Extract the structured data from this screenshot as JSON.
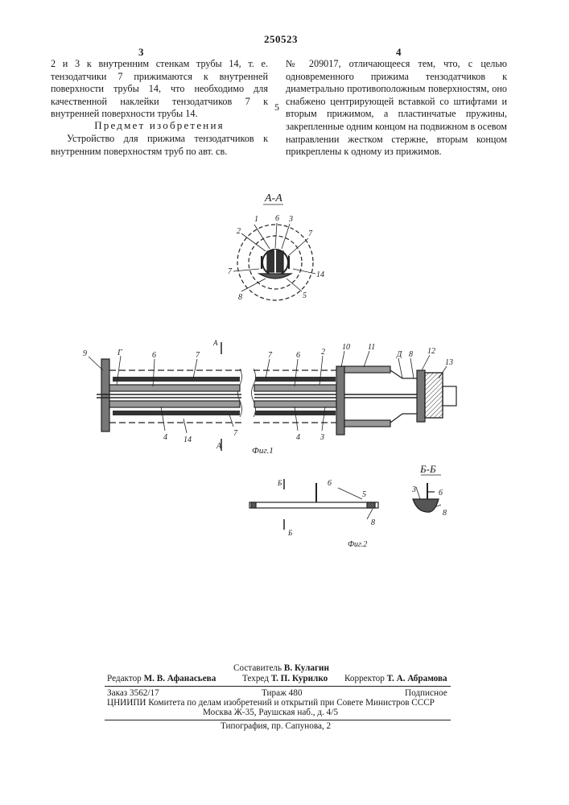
{
  "patent_number": "250523",
  "page_left": "3",
  "page_right": "4",
  "left_text_1": "2 и 3 к внутренним стенкам трубы 14, т. е. тензодатчики 7 прижимаются к внутренней поверхности трубы 14, что необходимо для качественной наклейки тензодатчиков 7 к внутренней поверхности трубы 14.",
  "subject_heading": "Предмет изобретения",
  "left_text_2": "Устройство для прижима тензодатчиков к внутренним поверхностям труб по авт. св.",
  "right_text": "№ 209017, отличающееся тем, что, с целью одновременного прижима тензодатчиков к диаметрально противоположным поверхностям, оно снабжено центрирующей вставкой со штифтами и вторым прижимом, а пластинчатые пружины, закрепленные одним концом на подвижном в осевом направлении жестком стержне, вторым концом прикреплены к одному из прижимов.",
  "line_marker": "5",
  "figures": {
    "section_aa": "А-А",
    "section_bb": "Б-Б",
    "fig1_caption": "Фиг.1",
    "fig2_caption": "Фиг.2",
    "section_mark_a": "А",
    "section_mark_b": "Б",
    "callouts_aa": [
      "1",
      "2",
      "6",
      "3",
      "7",
      "7",
      "14",
      "8",
      "5"
    ],
    "callouts_fig1": [
      "9",
      "Г",
      "6",
      "7",
      "7",
      "6",
      "2",
      "10",
      "11",
      "Д",
      "8",
      "12",
      "13",
      "4",
      "14",
      "7",
      "4",
      "3"
    ],
    "callouts_fig2": [
      "6",
      "5",
      "8"
    ],
    "callouts_bb": [
      "3",
      "6",
      "8"
    ]
  },
  "footer": {
    "compiler_label": "Составитель",
    "compiler": "В. Кулагин",
    "editor_label": "Редактор",
    "editor": "М. В. Афанасьева",
    "techred_label": "Техред",
    "techred": "Т. П. Курилко",
    "corrector_label": "Корректор",
    "corrector": "Т. А. Абрамова",
    "order": "Заказ 3562/17",
    "circulation": "Тираж 480",
    "subscription": "Подписное",
    "institute": "ЦНИИПИ Комитета по делам изобретений и открытий при Совете Министров СССР",
    "address": "Москва Ж-35, Раушская наб., д. 4/5",
    "printing": "Типография, пр. Сапунова, 2"
  }
}
